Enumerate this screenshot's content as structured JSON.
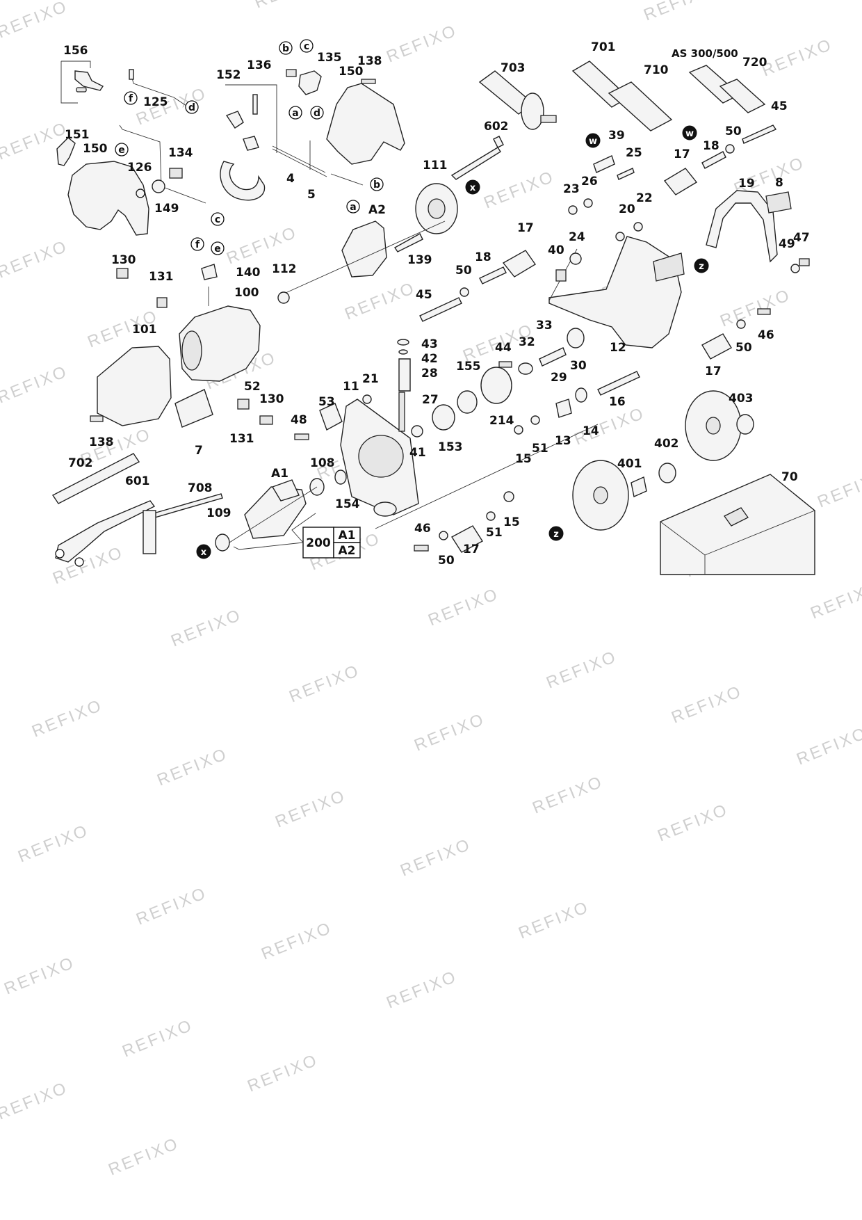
{
  "watermark": "REFIXO",
  "variant_label": "AS 300/500",
  "kit": {
    "number": "200",
    "options": [
      "A1",
      "A2"
    ]
  },
  "labels": {
    "l156": "156",
    "l125": "125",
    "l136": "136",
    "l135": "135",
    "l138a": "138",
    "l152": "152",
    "l150a": "150",
    "l701": "701",
    "l710": "710",
    "l720": "720",
    "l703": "703",
    "l45a": "45",
    "l151": "151",
    "l150b": "150",
    "l134": "134",
    "l126": "126",
    "l149": "149",
    "l4": "4",
    "l5": "5",
    "l111": "111",
    "lA2": "A2",
    "l602": "602",
    "l39": "39",
    "l25": "25",
    "l17a": "17",
    "l18a": "18",
    "l50a": "50",
    "l19": "19",
    "l8": "8",
    "l23": "23",
    "l26": "26",
    "l22": "22",
    "l20": "20",
    "l17b": "17",
    "l24": "24",
    "l49": "49",
    "l47": "47",
    "l130a": "130",
    "l131a": "131",
    "l140": "140",
    "l112": "112",
    "l100": "100",
    "l139": "139",
    "l18b": "18",
    "l40": "40",
    "l50b": "50",
    "l45b": "45",
    "l101": "101",
    "l33": "33",
    "l12": "12",
    "l43": "43",
    "l42": "42",
    "l28": "28",
    "l44": "44",
    "l32": "32",
    "l30": "30",
    "l46a": "46",
    "l50c": "50",
    "l29": "29",
    "l155": "155",
    "l17c": "17",
    "l52": "52",
    "l130b": "130",
    "l21": "21",
    "l11": "11",
    "l27": "27",
    "l16": "16",
    "l403": "403",
    "l7": "7",
    "l53": "53",
    "l48": "48",
    "l214": "214",
    "l14": "14",
    "l131b": "131",
    "l41": "41",
    "l153": "153",
    "l51a": "51",
    "l13": "13",
    "l138b": "138",
    "l702": "702",
    "l601": "601",
    "l15a": "15",
    "l402": "402",
    "l708": "708",
    "lA1": "A1",
    "l108": "108",
    "l401": "401",
    "l70": "70",
    "l154": "154",
    "l109": "109",
    "l15b": "15",
    "l46b": "46",
    "l51b": "51",
    "l17d": "17",
    "l50d": "50"
  },
  "connectors": {
    "a": "a",
    "b": "b",
    "c": "c",
    "d": "d",
    "e": "e",
    "f": "f",
    "w": "w",
    "x": "x",
    "z": "z"
  }
}
